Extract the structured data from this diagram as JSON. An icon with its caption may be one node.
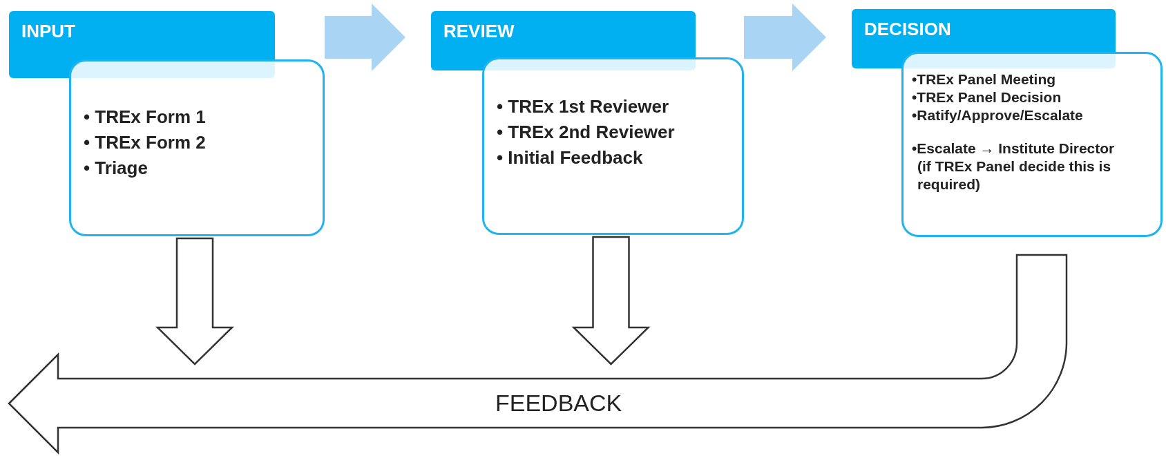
{
  "diagram": {
    "nodes": [
      {
        "text": [
          "INPUT"
        ]
      },
      {
        "text": [
          "• TREx Form 1",
          "• TREx Form 2",
          "• Triage"
        ]
      },
      {
        "text": [
          "REVIEW"
        ]
      },
      {
        "text": [
          "• TREx 1st Reviewer",
          "• TREx 2nd Reviewer",
          "• Initial Feedback"
        ]
      },
      {
        "text": [
          "DECISION"
        ]
      },
      {
        "text": [
          "•TREx Panel Meeting",
          "•TREx Panel Decision",
          "•Ratify/Approve/Escalate",
          "•Escalate → Institute Director (if TREx Panel decide this is required)"
        ]
      },
      {
        "text": [
          "FEEDBACK"
        ]
      }
    ],
    "edges": [
      {
        "from": 1,
        "to": 2,
        "arrow": "to",
        "color": "#a9d4f4"
      },
      {
        "from": 3,
        "to": 4,
        "arrow": "to",
        "color": "#a9d4f4"
      },
      {
        "from": 1,
        "to": 6,
        "arrow": "to"
      },
      {
        "from": 3,
        "to": 6,
        "arrow": "to"
      }
    ]
  }
}
